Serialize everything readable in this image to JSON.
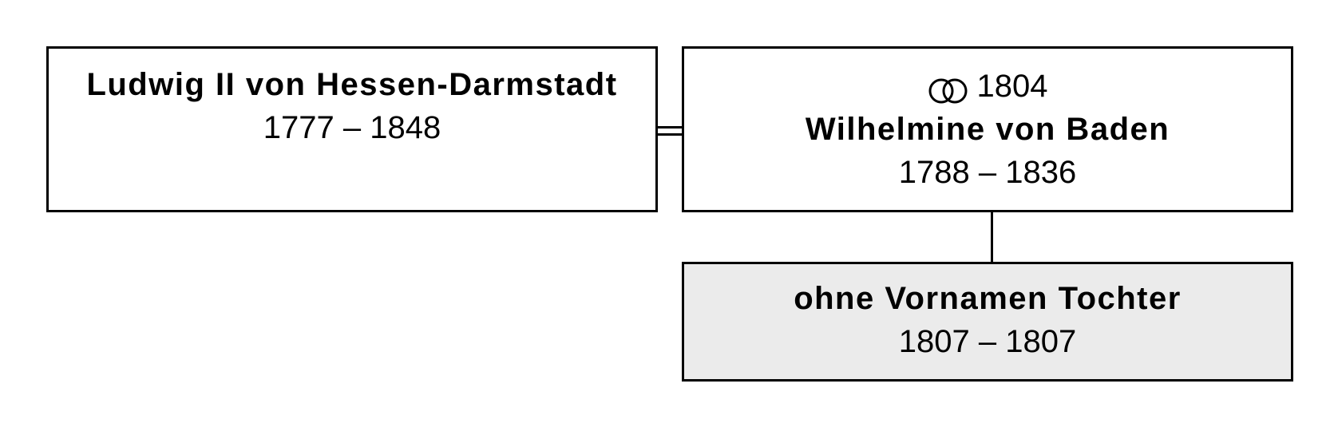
{
  "persons": [
    {
      "name": "Ludwig II von Hessen-Darmstadt",
      "dates": "1777 – 1848"
    },
    {
      "marriage_year": "1804",
      "name": "Wilhelmine von Baden",
      "dates": "1788 – 1836"
    },
    {
      "name": "ohne Vornamen Tochter",
      "dates": "1807 – 1807"
    }
  ],
  "icons": {
    "marriage": "marriage-rings-icon"
  },
  "colors": {
    "border": "#000000",
    "child_fill": "#ebebeb",
    "parent_fill": "#ffffff"
  }
}
